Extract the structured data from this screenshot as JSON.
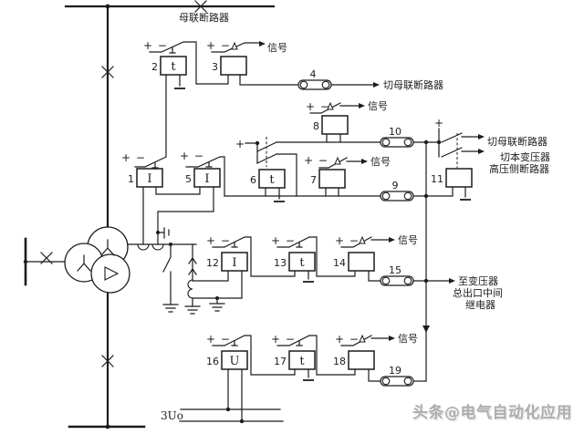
{
  "diagram_title": "transformer-relay-protection-schematic",
  "labels": {
    "bus_tie_breaker": "母联断路器",
    "trip_bus_tie_a": "切母联断路器",
    "trip_bus_tie_b": "切母联断路器",
    "trip_own_tx_1": "切本变压器",
    "trip_own_tx_2": "高压侧断路器",
    "signal": "信号",
    "to_tx_1": "至变压器",
    "to_tx_2": "总出口中间",
    "to_tx_3": "继电器",
    "zero_seq_voltage": "3Uo",
    "plus_minus": "+ −",
    "plus": "+"
  },
  "relay_boxes": [
    {
      "no": "1",
      "symbol": "I"
    },
    {
      "no": "2",
      "symbol": "t"
    },
    {
      "no": "3",
      "symbol": ""
    },
    {
      "no": "5",
      "symbol": "I"
    },
    {
      "no": "6",
      "symbol": "t"
    },
    {
      "no": "7",
      "symbol": ""
    },
    {
      "no": "8",
      "symbol": ""
    },
    {
      "no": "11",
      "symbol": ""
    },
    {
      "no": "12",
      "symbol": "I"
    },
    {
      "no": "13",
      "symbol": "t"
    },
    {
      "no": "14",
      "symbol": ""
    },
    {
      "no": "16",
      "symbol": "U"
    },
    {
      "no": "17",
      "symbol": "t"
    },
    {
      "no": "18",
      "symbol": ""
    }
  ],
  "coils": [
    {
      "no": "4"
    },
    {
      "no": "9"
    },
    {
      "no": "10"
    },
    {
      "no": "15"
    },
    {
      "no": "19"
    }
  ],
  "watermark": "头条@电气自动化应用"
}
